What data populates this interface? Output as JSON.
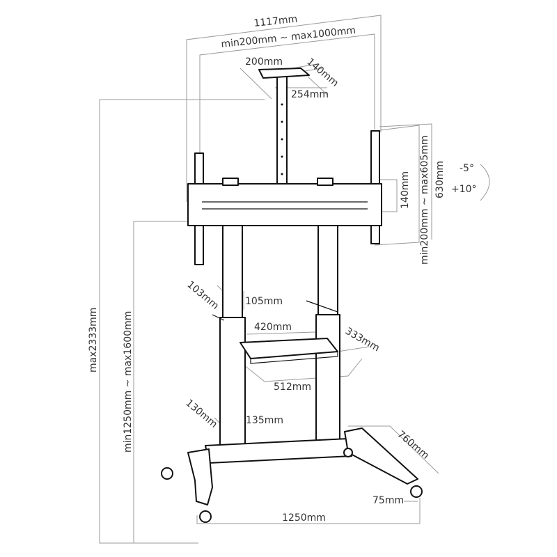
{
  "title": "TV mobile stand dimensions",
  "labels": {
    "overall_width": "1117mm",
    "vesa_width": "min200mm ~ max1000mm",
    "camera_shelf_width": "200mm",
    "camera_shelf_depth": "140mm",
    "camera_pole": "254mm",
    "bracket_height": "140mm",
    "vesa_height": "min200mm ~ max605mm",
    "rail_height": "630mm",
    "tilt_up": "-5°",
    "tilt_down": "+10°",
    "max_height": "max2333mm",
    "center_height": "min1250mm ~ max1600mm",
    "upper_col_depth": "103mm",
    "upper_col_width": "105mm",
    "shelf_width": "420mm",
    "shelf_depth": "333mm",
    "shelf_outer": "512mm",
    "lower_col_depth": "130mm",
    "lower_col_width": "135mm",
    "base_depth": "760mm",
    "caster_offset": "75mm",
    "base_width": "1250mm"
  }
}
